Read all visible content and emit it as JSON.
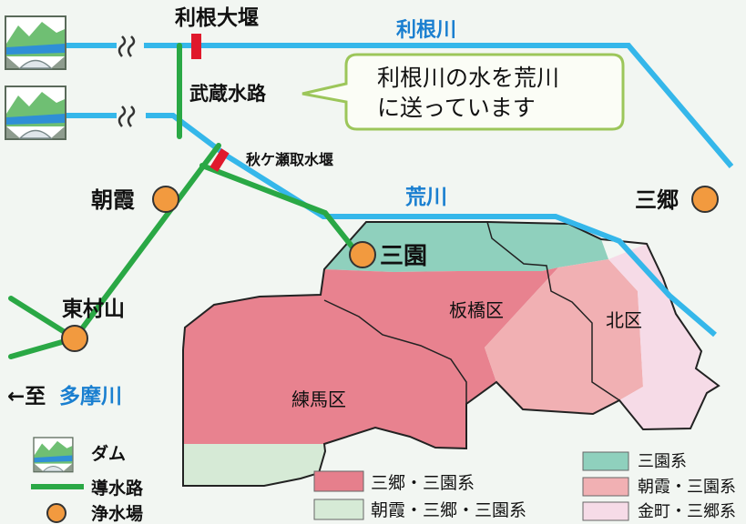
{
  "colors": {
    "river": "#35b7ea",
    "aqueduct": "#2aa845",
    "plant": "#f29a3f",
    "weir": "#e0192c",
    "misato_asaka": "#e8828f",
    "misato_asaka_dark": "#e67f8c",
    "asaka_misato_sono": "#d6ead6",
    "sono": "#8fd0bd",
    "asaka_sono": "#f1b0b3",
    "kanamachi_misato": "#f6dbe7",
    "callout_border": "#9cc65a"
  },
  "labels": {
    "tone_weir": "利根大堰",
    "tone_river": "利根川",
    "musashi_canal": "武蔵水路",
    "akigase_weir": "秋ケ瀬取水堰",
    "asaka": "朝霞",
    "arakawa": "荒川",
    "misato": "三郷",
    "sono": "三園",
    "higashimurayama": "東村山",
    "to_prefix": "←至",
    "tama_river": "多摩川",
    "itabashi": "板橋区",
    "kita": "北区",
    "nerima": "練馬区"
  },
  "callout": {
    "line1": "利根川の水を荒川",
    "line2": "に送っています"
  },
  "legend": {
    "dam": "ダム",
    "aqueduct": "導水路",
    "plant": "浄水場",
    "sys_misato_sono": "三郷・三園系",
    "sys_asaka_misato_sono": "朝霞・三郷・三園系",
    "sys_sono": "三園系",
    "sys_asaka_sono": "朝霞・三園系",
    "sys_kanamachi_misato": "金町・三郷系"
  },
  "icons": {
    "dam": "dam-icon",
    "break": "wavy-break-icon",
    "weir": "weir-marker-icon",
    "plant": "water-plant-icon"
  }
}
